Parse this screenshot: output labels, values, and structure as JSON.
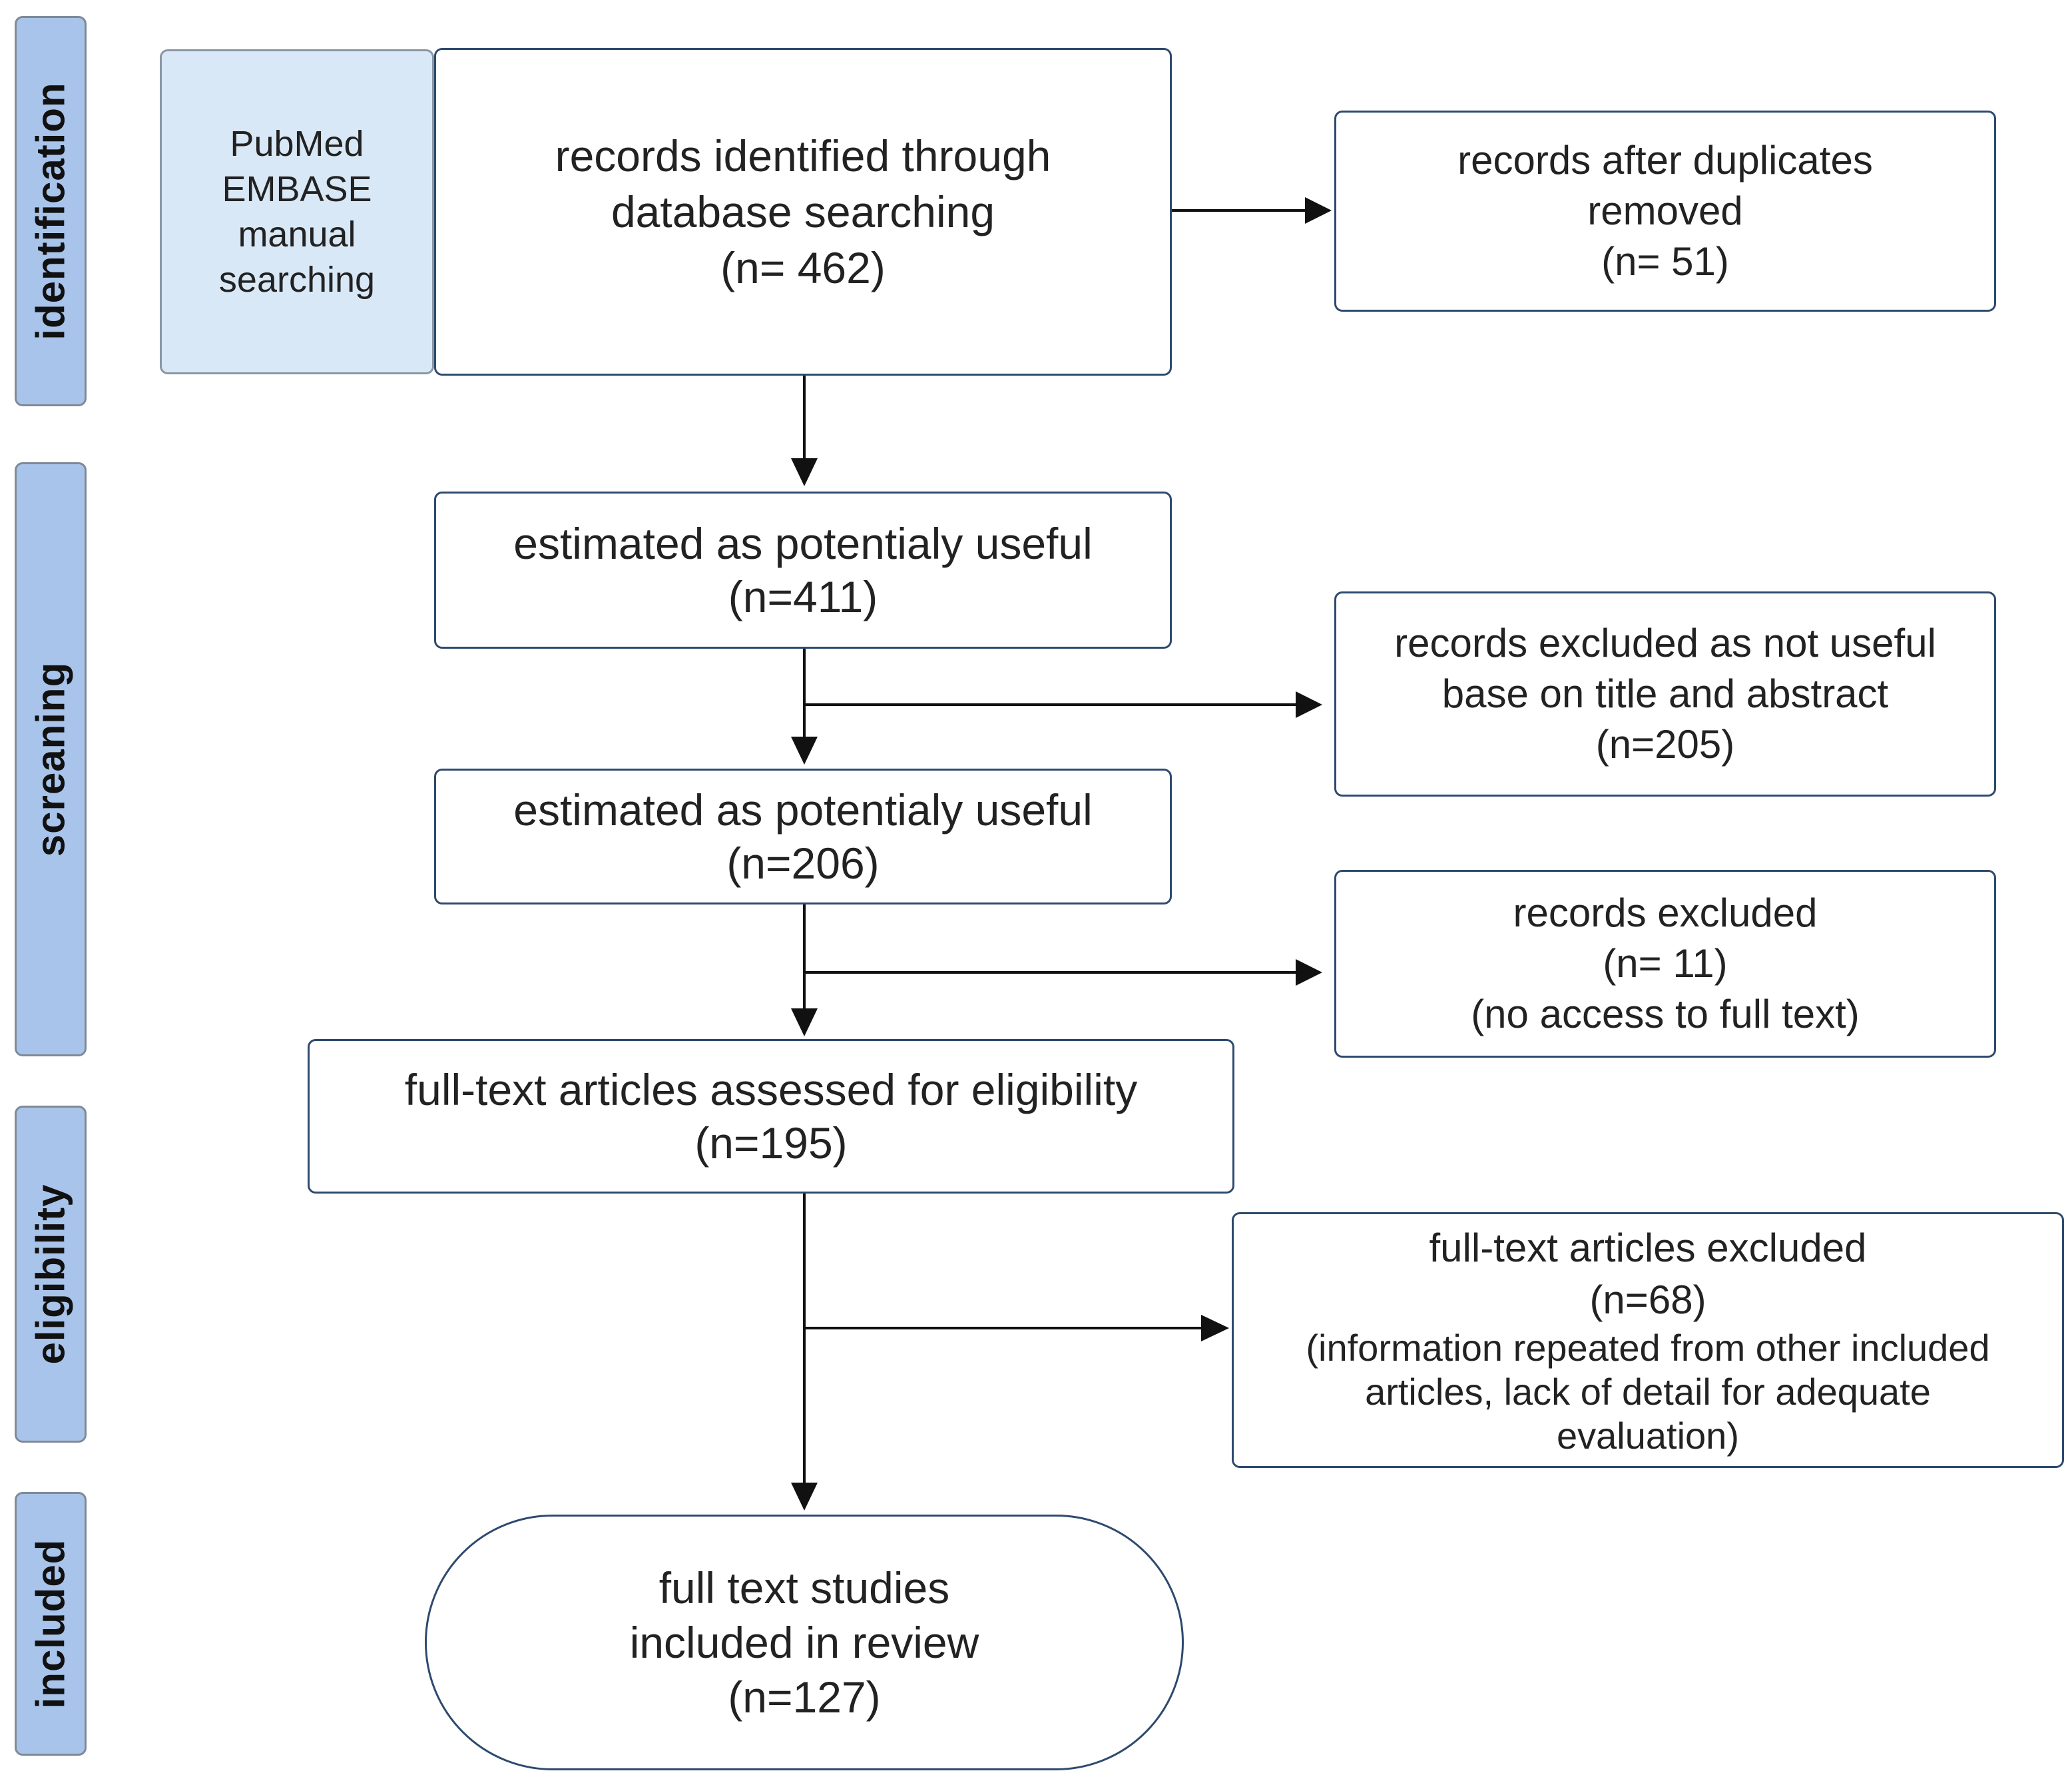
{
  "colors": {
    "stage_fill": "#a9c4eb",
    "stage_border": "#7f8a96",
    "source_fill": "#d9e8f7",
    "box_border": "#2d4a6e",
    "arrow": "#111111"
  },
  "stages": {
    "identification": "identification",
    "screening": "screaning",
    "eligibility": "eligibility",
    "included": "included"
  },
  "sources": {
    "lines": [
      "PubMed",
      "EMBASE",
      "manual",
      "searching"
    ]
  },
  "identified": {
    "lines": [
      "records identified through",
      "database searching",
      "(n= 462)"
    ]
  },
  "duplicates_removed": {
    "lines": [
      "records after duplicates",
      "removed",
      "(n= 51)"
    ]
  },
  "useful_1": {
    "lines": [
      "estimated as potentialy useful",
      "(n=411)"
    ]
  },
  "excluded_title_abstract": {
    "lines": [
      "records excluded as not useful",
      "base on title and abstract",
      "(n=205)"
    ]
  },
  "useful_2": {
    "lines": [
      "estimated as potentialy useful",
      "(n=206)"
    ]
  },
  "excluded_no_access": {
    "lines": [
      "records excluded",
      "(n= 11)",
      "(no access to full text)"
    ]
  },
  "assessed": {
    "lines": [
      "full-text articles assessed for eligibility",
      "(n=195)"
    ]
  },
  "excluded_fulltext": {
    "lines": [
      "full-text articles excluded",
      "(n=68)",
      "(information repeated from other included",
      "articles, lack of detail for adequate",
      "evaluation)"
    ]
  },
  "included": {
    "lines": [
      "full text studies",
      "included in review",
      "(n=127)"
    ]
  }
}
